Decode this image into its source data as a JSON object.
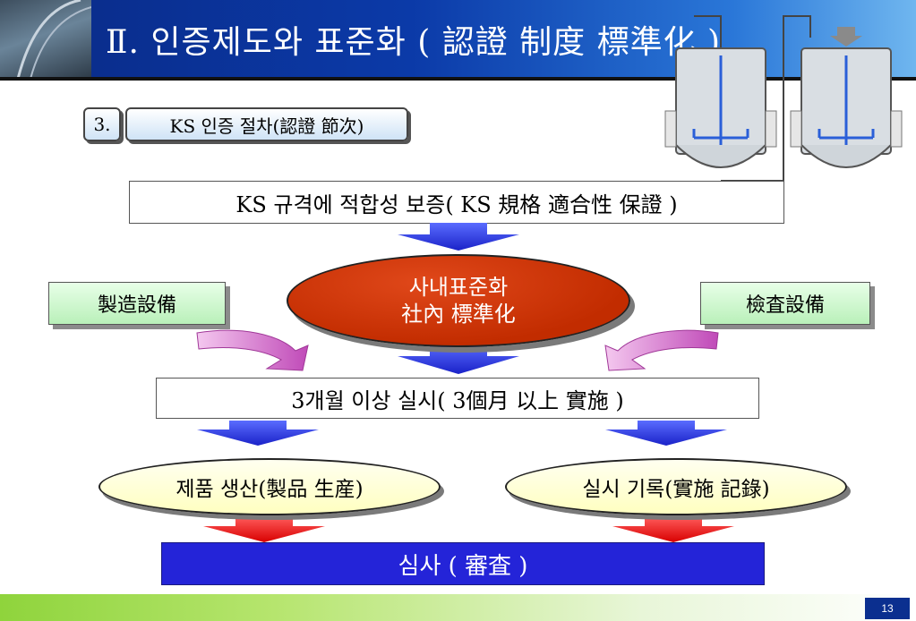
{
  "title": "Ⅱ. 인증제도와 표준화 ( 認證 制度 標準化 )",
  "section": {
    "number": "3.",
    "label": "KS 인증 절차(認證 節次)"
  },
  "top_box": "KS 규격에 적합성 보증( KS 規格 適合性 保證 )",
  "center_ellipse": {
    "line1": "사내표준화",
    "line2": "社內 標準化"
  },
  "left_box": "製造設備",
  "right_box": "檢査設備",
  "middle_box": "3개월 이상 실시( 3個月 以上  實施 )",
  "left_ellipse": "제품 생산(製品 生産)",
  "right_ellipse": "실시 기록(實施 記錄)",
  "bottom_bar": "심사 ( 審査 )",
  "page_number": "13",
  "colors": {
    "header_blue": "#0b3aa8",
    "ellipse_red": "#c22c00",
    "arrow_blue": "#2a3cd8",
    "arrow_red": "#e01010",
    "curve_arrow": "#d070c8",
    "bottom_bar": "#2424d8"
  }
}
